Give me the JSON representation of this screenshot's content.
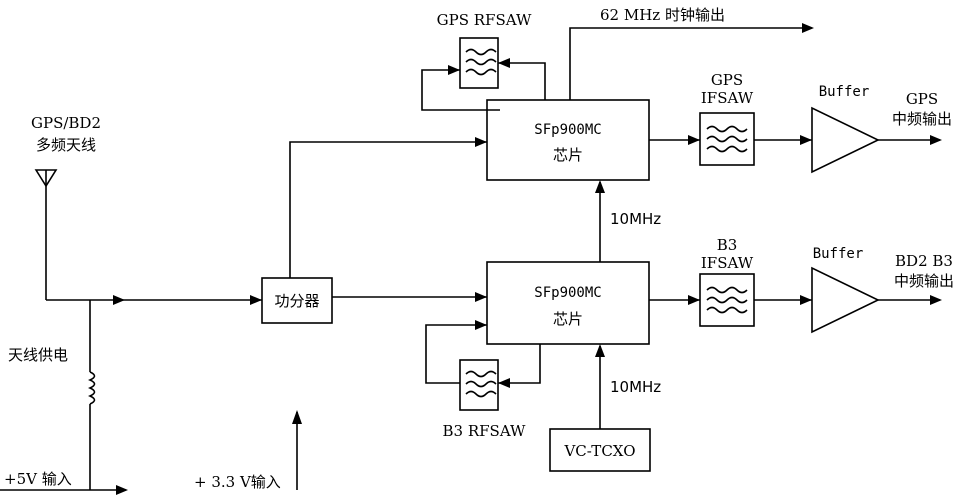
{
  "antenna": {
    "label_line1": "GPS/BD2",
    "label_line2": "多频天线"
  },
  "antenna_power": {
    "label": "天线供电"
  },
  "inputs": {
    "plus5v": "+5V 输入",
    "plus3v3": "+ 3.3 V输入"
  },
  "splitter": {
    "label": "功分器"
  },
  "chip_top": {
    "label_line1": "SFp900MC",
    "label_line2": "芯片"
  },
  "chip_bottom": {
    "label_line1": "SFp900MC",
    "label_line2": "芯片"
  },
  "rfsaw_top": {
    "label": "GPS RFSAW"
  },
  "rfsaw_bottom": {
    "label": "B3 RFSAW"
  },
  "ifsaw_top": {
    "label_line1": "GPS",
    "label_line2": "IFSAW"
  },
  "ifsaw_bottom": {
    "label_line1": "B3",
    "label_line2": "IFSAW"
  },
  "buffer_top": {
    "label": "Buffer"
  },
  "buffer_bottom": {
    "label": "Buffer"
  },
  "output_top": {
    "label_line1": "GPS",
    "label_line2": "中频输出"
  },
  "output_bottom": {
    "label_line1": "BD2 B3",
    "label_line2": "中频输出"
  },
  "clock_out": {
    "label": "62 MHz 时钟输出"
  },
  "ref_link": {
    "label": "10MHz"
  },
  "tcxo": {
    "label": "VC-TCXO",
    "freq_label": "10MHz"
  }
}
